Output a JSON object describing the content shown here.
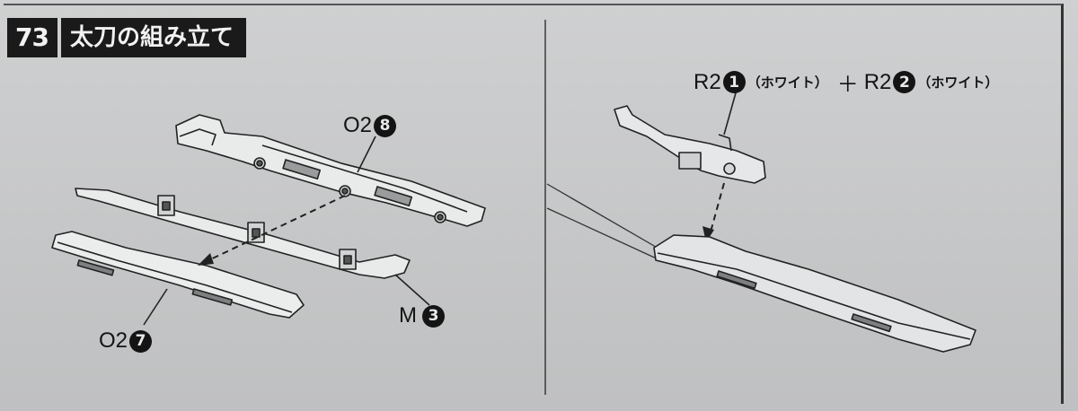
{
  "step": {
    "number": "73",
    "title": "太刀の組み立て"
  },
  "parts": {
    "o2_8": {
      "label": "O2",
      "num": "8"
    },
    "m_3": {
      "label": "M",
      "num": "3"
    },
    "o2_7": {
      "label": "O2",
      "num": "7"
    }
  },
  "right_panel": {
    "part1": {
      "label": "R2",
      "num": "1",
      "note": "（ホワイト）"
    },
    "plus": "＋",
    "part2": {
      "label": "R2",
      "num": "2",
      "note": "（ホワイト）"
    }
  }
}
